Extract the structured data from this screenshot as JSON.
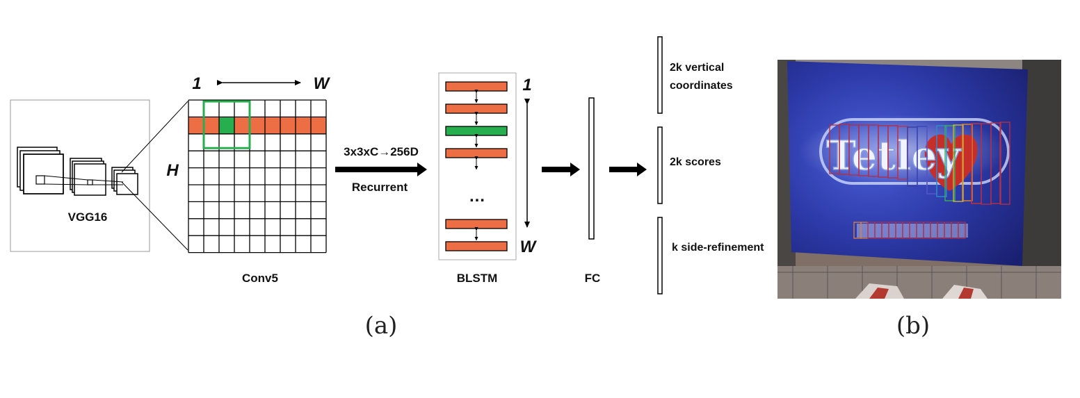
{
  "vgg_label": "VGG16",
  "conv5": {
    "label": "Conv5",
    "top_left": "1",
    "top_right": "W",
    "side": "H"
  },
  "transform": {
    "line1": "3x3xC→256D",
    "line2": "Recurrent"
  },
  "blstm": {
    "label": "BLSTM",
    "top": "1",
    "bottom": "W",
    "ellipsis": "…"
  },
  "fc_label": "FC",
  "outputs": [
    "2k vertical coordinates",
    "2k scores",
    "k side-refinement"
  ],
  "outputs_display": {
    "first_line1": "2k vertical",
    "first_line2": "coordinates"
  },
  "billboard_text": "Tetley",
  "captions": {
    "a": "(a)",
    "b": "(b)"
  },
  "colors": {
    "orange": "#ed6d45",
    "green": "#27ae4e",
    "blue_board": "#2c35a8",
    "box_red": "#c0303a"
  }
}
